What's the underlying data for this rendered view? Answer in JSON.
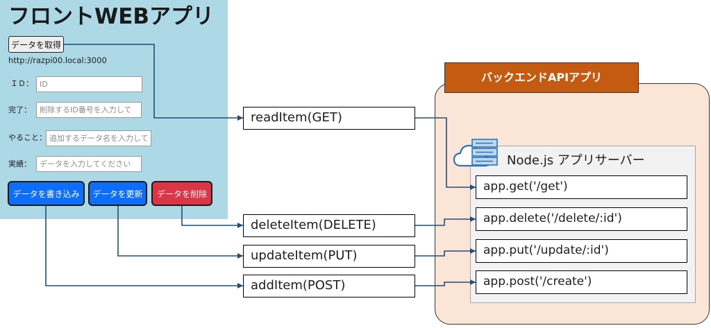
{
  "front_app": {
    "title": "フロントWEBアプリ",
    "get_button_label": "データを取得",
    "server_url": "http://razpi00.local:3000",
    "fields": [
      {
        "label": "ＩＤ：",
        "placeholder": "ID"
      },
      {
        "label": "完了：",
        "placeholder": "削除するID番号を入力して"
      },
      {
        "label": "やること：",
        "placeholder": "追加するデータ名を入力して"
      },
      {
        "label": "実績：",
        "placeholder": "データを入力してください"
      }
    ],
    "actions": {
      "write_label": "データを書き込み",
      "update_label": "データを更新",
      "delete_label": "データを削除"
    }
  },
  "functions": [
    "readItem(GET)",
    "deleteItem(DELETE)",
    "updateItem(PUT)",
    "addItem(POST)"
  ],
  "backend_app": {
    "title": "バックエンドAPIアプリ",
    "server": {
      "icon": "cloud-server-icon",
      "label": "Node.js アプリサーバー"
    },
    "routes": [
      "app.get('/get')",
      "app.delete('/delete/:id')",
      "app.put('/update/:id')",
      "app.post('/create')"
    ]
  },
  "colors": {
    "front_panel": "#add8e6",
    "primary_button": "#0d6efd",
    "danger_button": "#dc3545",
    "backend_panel": "#fbe5d6",
    "backend_header": "#c55a11",
    "server_box": "#f2f2f2",
    "connector": "#1f4e79"
  }
}
